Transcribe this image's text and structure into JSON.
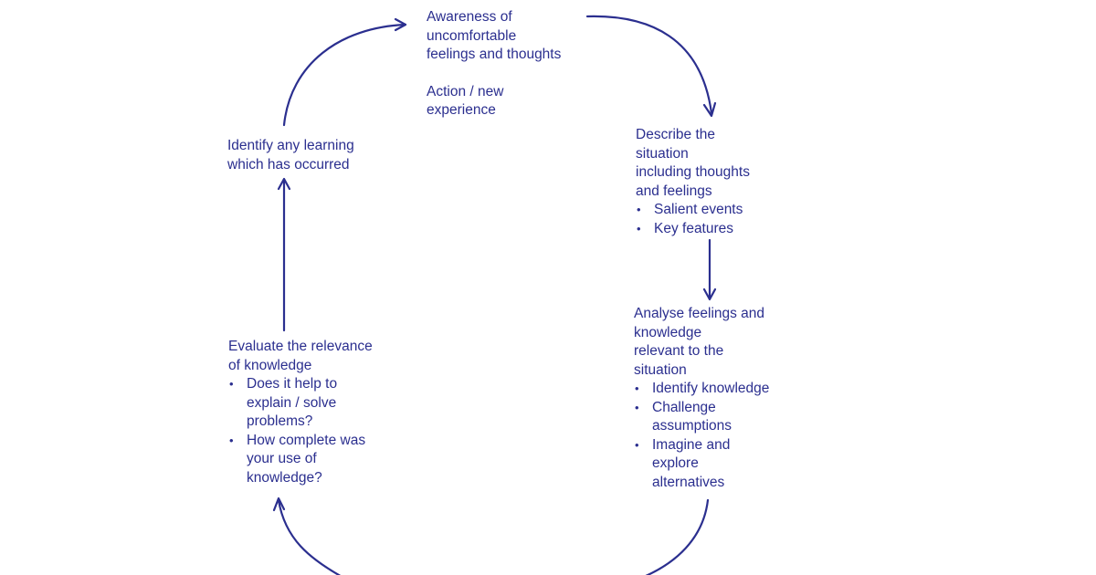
{
  "diagram": {
    "accent_color": "#2b2f8f",
    "nodes": {
      "awareness": {
        "text": "Awareness of\nuncomfortable\nfeelings and thoughts",
        "subtext": "Action / new\nexperience"
      },
      "describe": {
        "text": "Describe the\nsituation\nincluding thoughts\nand feelings",
        "bullets": [
          "Salient events",
          "Key features"
        ]
      },
      "analyse": {
        "text": "Analyse feelings and\nknowledge\nrelevant to the\nsituation",
        "bullets": [
          "Identify knowledge",
          "Challenge\nassumptions",
          "Imagine and\nexplore\nalternatives"
        ]
      },
      "evaluate": {
        "text": "Evaluate the relevance\nof knowledge",
        "bullets": [
          "Does it help to\nexplain / solve\nproblems?",
          "How complete was\nyour use of\nknowledge?"
        ]
      },
      "identify": {
        "text": "Identify any learning\nwhich has occurred"
      }
    }
  }
}
